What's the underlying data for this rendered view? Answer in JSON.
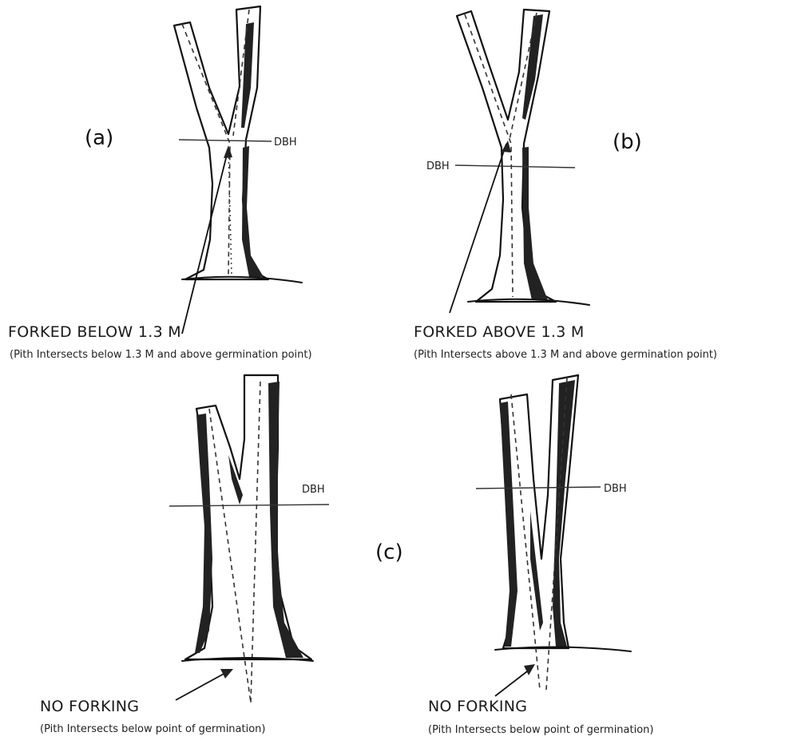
{
  "labels": {
    "a": "(a)",
    "b": "(b)",
    "c": "(c)"
  },
  "dbh": {
    "a": "DBH",
    "b": "DBH",
    "c_left": "DBH",
    "c_right": "DBH"
  },
  "captions": {
    "a_title": "FORKED BELOW 1.3 M",
    "a_sub": "(Pith Intersects below 1.3 M and above germination point)",
    "b_title": "FORKED ABOVE 1.3 M",
    "b_sub": "(Pith Intersects above 1.3 M and above germination point)",
    "c_left_title": "NO FORKING",
    "c_left_sub": "(Pith Intersects below point of  germination)",
    "c_right_title": "NO FORKING",
    "c_right_sub": "(Pith Intersects below point of germination)"
  }
}
